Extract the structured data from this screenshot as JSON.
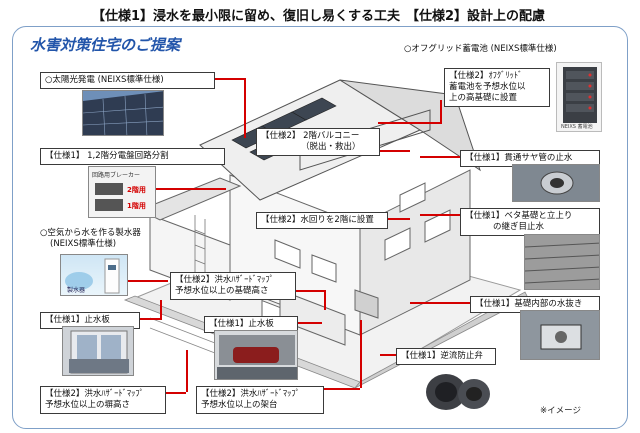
{
  "headline": {
    "spec1": "【仕様1】浸水を最小限に留め、復旧し易くする工夫",
    "spec2": "【仕様2】設計上の配慮"
  },
  "proposal_title": "水害対策住宅のご提案",
  "callouts": {
    "solar": "○太陽光発電 (NEIXS標準仕様)",
    "offgrid_battery": "○オフグリッド蓄電池 (NEIXS標準仕様)",
    "battery_placement_line1": "【仕様2】ｵﾌｸﾞﾘｯﾄﾞ",
    "battery_placement_line2": "蓄電池を予想水位以",
    "battery_placement_line3": "上の高基礎に設置",
    "circuit_split": "【仕様1】 1,2階分電盤回路分割",
    "balcony_line1": "【仕様2】 2階バルコニー",
    "balcony_line2": "（脱出・救出）",
    "sleeve_waterproof": "【仕様1】貫通サヤ管の止水",
    "water_2f": "【仕様2】水回りを2階に設置",
    "mat_foundation_line1": "【仕様1】ベタ基礎と立上り",
    "mat_foundation_line2": "の継ぎ目止水",
    "water_maker_line1": "○空気から水を作る製水器",
    "water_maker_line2": "(NEIXS標準仕様)",
    "high_foundation_line1": "【仕様2】洪水ﾊｻﾞｰﾄﾞﾏｯﾌﾟ",
    "high_foundation_line2": "予想水位以上の基礎高さ",
    "drain_inside": "【仕様1】基礎内部の水抜き",
    "flood_board_left": "【仕様1】止水板",
    "flood_board_center": "【仕様1】止水板",
    "backflow_valve": "【仕様1】逆流防止弁",
    "fence_line1": "【仕様2】洪水ﾊｻﾞｰﾄﾞﾏｯﾌﾟ",
    "fence_line2": "予想水位以上の塀高さ",
    "platform_line1": "【仕様2】洪水ﾊｻﾞｰﾄﾞﾏｯﾌﾟ",
    "platform_line2": "予想水位以上の架台"
  },
  "image_text": {
    "breaker_title": "回路用ブレーカー",
    "breaker_2f": "2階用",
    "breaker_1f": "1階用",
    "water_maker_label": "製水器",
    "battery_label": "NEIXS 蓄電池"
  },
  "note": "※イメージ",
  "colors": {
    "leader": "#d40000",
    "frame": "#7fa0c8",
    "title": "#2255aa"
  }
}
